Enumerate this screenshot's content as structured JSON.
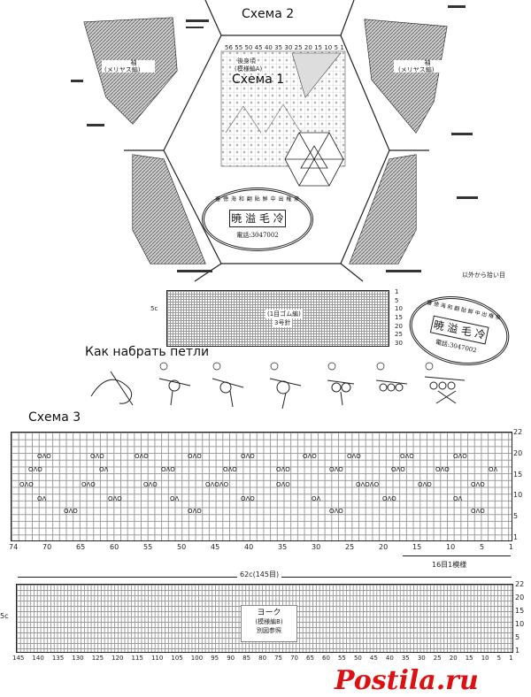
{
  "labels": {
    "scheme2": "Схема 2",
    "scheme1": "Схема 1",
    "cast_on": "Как набрать петли",
    "scheme3": "Схема 3"
  },
  "panels": {
    "sleeve_title": "袖",
    "sleeve_sub": "(メリヤス編)",
    "back_title": "後身頃",
    "back_sub": "(模様編A)",
    "rib_label": "(1目ゴム編)",
    "rib_sub": "3号針",
    "yoke_title": "ヨーク",
    "yoke_sub": "(模様編B)",
    "yoke_ref": "別図参照",
    "except": "以外から拾い目",
    "width_label": "62c(145目)",
    "height_label": "5c",
    "repeat_label": "16目1模様"
  },
  "stamp": {
    "center": "暁 溢 毛 冷",
    "line1": "審 徳 海 和 翻 貼 鮮 中 出 権 泉",
    "phone": "電話:3047002"
  },
  "scheme3_axis": {
    "x_ticks": [
      "74",
      "70",
      "65",
      "60",
      "55",
      "50",
      "45",
      "40",
      "35",
      "30",
      "25",
      "20",
      "15",
      "10",
      "5",
      "1"
    ],
    "y_ticks": [
      "22",
      "20",
      "15",
      "10",
      "5",
      "1"
    ]
  },
  "yoke_axis": {
    "x_ticks": [
      "145",
      "140",
      "135",
      "130",
      "125",
      "120",
      "115",
      "110",
      "105",
      "100",
      "95",
      "90",
      "85",
      "80",
      "75",
      "70",
      "65",
      "60",
      "55",
      "50",
      "45",
      "40",
      "35",
      "30",
      "25",
      "20",
      "15",
      "10",
      "5",
      "1"
    ],
    "y_ticks": [
      "22",
      "20",
      "15",
      "10",
      "5",
      "1"
    ]
  },
  "rib_axis": {
    "y_ticks": [
      "1",
      "5",
      "10",
      "15",
      "20",
      "25",
      "30"
    ]
  },
  "hex_ticks": [
    "56",
    "55",
    "50",
    "45",
    "40",
    "35",
    "30",
    "25",
    "20",
    "15",
    "10",
    "5",
    "1"
  ],
  "watermark": "Postila.ru"
}
